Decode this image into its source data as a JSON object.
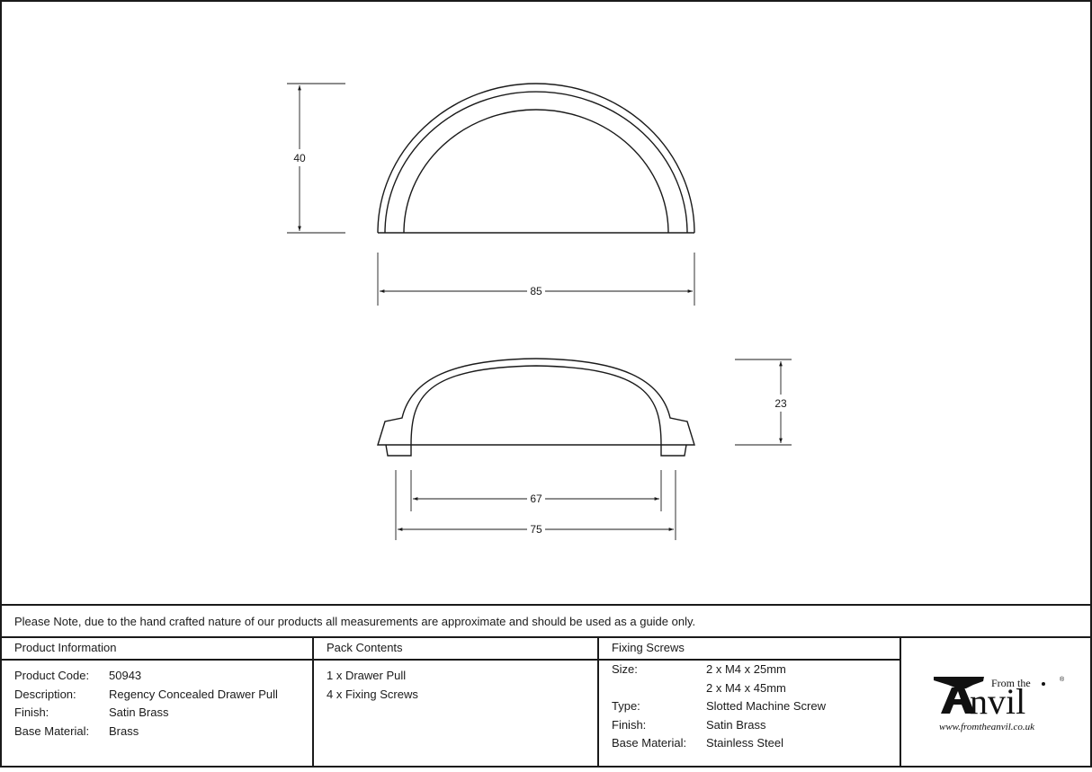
{
  "drawing": {
    "top_view": {
      "height_dim": "40",
      "width_dim": "85"
    },
    "front_view": {
      "height_dim": "23",
      "inner_width_dim": "67",
      "outer_width_dim": "75"
    }
  },
  "note": "Please Note, due to the hand crafted nature of our products all measurements are approximate and should be used as a guide only.",
  "product_information": {
    "heading": "Product Information",
    "rows": [
      {
        "label": "Product Code:",
        "value": "50943"
      },
      {
        "label": "Description:",
        "value": "Regency Concealed Drawer Pull"
      },
      {
        "label": "Finish:",
        "value": "Satin Brass"
      },
      {
        "label": "Base Material:",
        "value": "Brass"
      }
    ]
  },
  "pack_contents": {
    "heading": "Pack Contents",
    "items": [
      "1 x Drawer Pull",
      "4 x Fixing Screws"
    ]
  },
  "fixing_screws": {
    "heading": "Fixing Screws",
    "rows": [
      {
        "label": "Size:",
        "value": "2 x M4 x 25mm"
      },
      {
        "label": "",
        "value": "2 x M4 x 45mm"
      },
      {
        "label": "Type:",
        "value": "Slotted Machine Screw"
      },
      {
        "label": "Finish:",
        "value": "Satin Brass"
      },
      {
        "label": "Base Material:",
        "value": "Stainless Steel"
      }
    ]
  },
  "logo": {
    "small_text": "From the",
    "big_text": "Anvil",
    "registered": "®",
    "url": "www.fromtheanvil.co.uk"
  }
}
